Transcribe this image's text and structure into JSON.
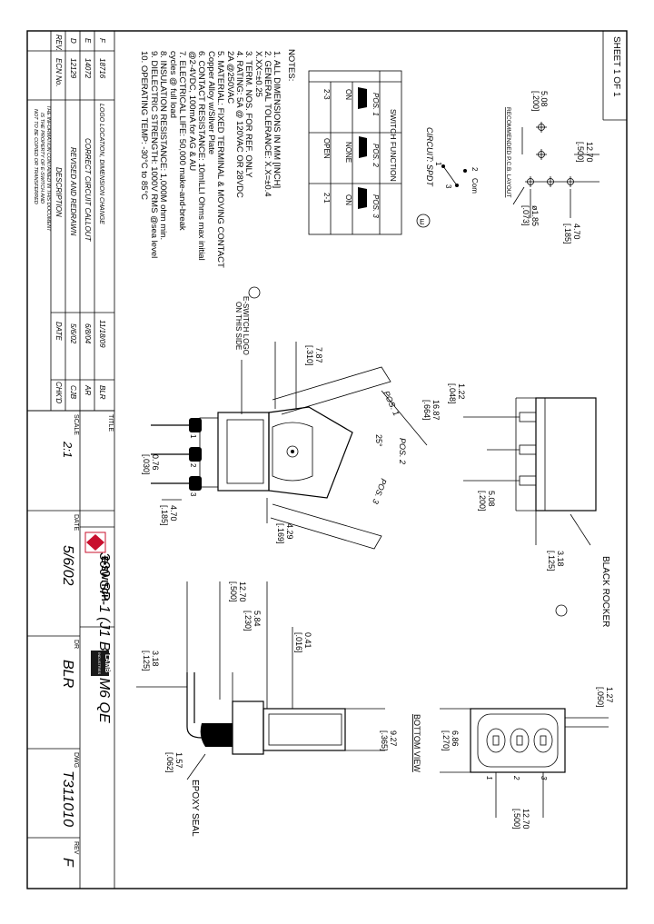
{
  "sheet": {
    "label": "SHEET 1 OF 1"
  },
  "pcb": {
    "title": "RECOMMENDED P.C.B. LAYOUT",
    "dim_pitch": "5.08",
    "dim_pitch_in": "[.200]",
    "dim_width": "12.70",
    "dim_width_in": "[.500]",
    "dim_height": "4.70",
    "dim_height_in": "[.185]",
    "dim_hole": "ø1.85",
    "dim_hole_in": "[.073]"
  },
  "circuit": {
    "label": "CIRCUIT: SPDT",
    "p1": "1",
    "p2": "2",
    "p3": "3",
    "com": "Com"
  },
  "switch_function": {
    "title": "SWITCH FUNCTION",
    "headers": [
      "POS. 1",
      "POS. 2",
      "POS. 3"
    ],
    "row_state": [
      "ON",
      "NONE",
      "ON"
    ],
    "row_conn": [
      "2-3",
      "OPEN",
      "2-1"
    ]
  },
  "notes": {
    "title": "NOTES:",
    "lines": [
      "1. ALL DIMENSIONS IN MM [INCH]",
      "2. GENERAL TOLERANCE: X.X=±0.4",
      "    X.XX=±0.25",
      "3. TERM. NOS. FOR REF. ONLY",
      "4. RATING: 5A @ 120VAC OR 28VDC",
      "    2A @250VAC",
      "5. MATERIAL: FIXED TERMINAL & MOVING CONTACT",
      "    Copper Alloy w/Silver Plate",
      "6. CONTACT RESISTANCE: 10mILLI Ohms max initial",
      "    @2-4VDC, 100mA for AG & AU",
      "7. ELECTRICAL LIFE: 50,000 make-and-break",
      "    cycles @ full load",
      "8. INSULATION RESISTANCE: 1,000M ohm min.",
      "9. DIELECTRIC STRENGTH: 1000V RMS @sea level",
      "10. OPERATING TEMP: -30°C to 85°C"
    ]
  },
  "side_view": {
    "logo_note_1": "E-SWITCH LOGO",
    "logo_note_2": "ON THIS SIDE",
    "dim_787": "7.87",
    "dim_787_in": "[.310]",
    "dim_1687": "16.87",
    "dim_1687_in": "[.664]",
    "dim_122": "1.22",
    "dim_122_in": "[.048]",
    "pos1": "POS. 1",
    "pos2": "POS. 2",
    "pos3": "POS. 3",
    "angle": "25°",
    "dim_429": "4.29",
    "dim_429_in": "[.169]",
    "dim_076": "0.76",
    "dim_076_in": "[.030]",
    "dim_470": "4.70",
    "dim_470_in": "[.185]",
    "t1": "1",
    "t2": "2",
    "t3": "3"
  },
  "front_view": {
    "dim_508": "5.08",
    "dim_508_in": "[.200]",
    "black_rocker": "BLACK ROCKER",
    "dim_318": "3.18",
    "dim_318_in": "[.125]"
  },
  "lower_view": {
    "dim_1270": "12.70",
    "dim_1270_in": "[.500]",
    "dim_584": "5.84",
    "dim_584_in": "[.230]",
    "dim_041": "0.41",
    "dim_041_in": "[.016]",
    "dim_318": "3.18",
    "dim_318_in": "[.125]",
    "dim_927": "9.27",
    "dim_927_in": "[.365]",
    "dim_157": "1.57",
    "dim_157_in": "[.062]",
    "epoxy_seal": "EPOXY SEAL"
  },
  "bottom_view": {
    "title": "BOTTOM VIEW",
    "dim_127": "1.27",
    "dim_127_in": "[.050]",
    "dim_686": "6.86",
    "dim_686_in": "[.270]",
    "dim_1270": "12.70",
    "dim_1270_in": "[.500]",
    "t1": "1",
    "t2": "2",
    "t3": "3"
  },
  "revisions": {
    "headers": {
      "rev": "REV.",
      "ecn": "ECN No.",
      "desc": "DESCRIPTION",
      "date": "DATE",
      "chkd": "CHK'D"
    },
    "rows": [
      {
        "rev": "F",
        "ecn": "18716",
        "desc": "LOGO LOCATION, DIMENSION CHANGE",
        "date": "11/18/09",
        "chkd": "BLR"
      },
      {
        "rev": "E",
        "ecn": "14072",
        "desc": "CORRECT CIRCUIT CALLOUT",
        "date": "6/8/04",
        "chkd": "AR"
      },
      {
        "rev": "D",
        "ecn": "12129",
        "desc": "REVISED AND REDRAWN",
        "date": "5/6/02",
        "chkd": "CJB"
      }
    ],
    "disclaimer_1": "THE INFORMATION CONTAINED IN THIS DOCUMENT",
    "disclaimer_2": "IS THE PROPERTY OF E-SWITCH AND",
    "disclaimer_3": "NOT TO BE COPIED OR TRANSFERRED"
  },
  "title_block": {
    "scale_label": "SCALE",
    "scale": "2:1",
    "date_label": "DATE",
    "date": "5/6/02",
    "title_label": "TITLE",
    "title": "300 SP-1 (J1 BLK) M6 QE",
    "dr_label": "DR",
    "dr": "BLR",
    "dwg_label": "DWG",
    "dwg": "T311010",
    "rev_label": "REV",
    "rev": "F",
    "company": "E•SWITCH",
    "lamb_1": "LAMB",
    "lamb_2": "INDUSTRIES"
  }
}
